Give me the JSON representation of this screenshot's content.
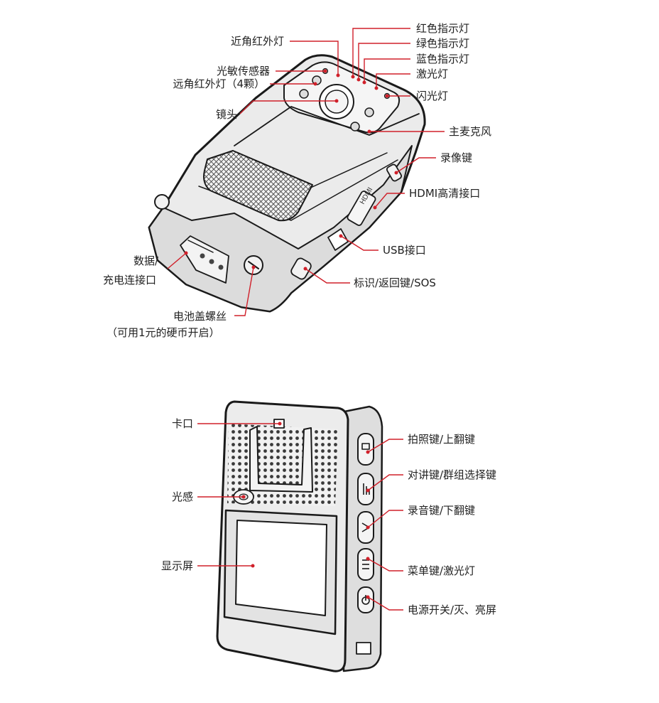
{
  "top_labels": {
    "near_ir": "近角红外灯",
    "light_sensor": "光敏传感器",
    "far_ir": "远角红外灯（4颗）",
    "lens": "镜头",
    "red_led": "红色指示灯",
    "green_led": "绿色指示灯",
    "blue_led": "蓝色指示灯",
    "laser": "激光灯",
    "flash": "闪光灯",
    "mic": "主麦克风",
    "record_key": "录像键",
    "hdmi": "HDMI高清接口",
    "usb": "USB接口",
    "mark_back_sos": "标识/返回键/SOS",
    "data_line1": "数据/",
    "data_line2": "充电连接口",
    "screw_line1": "电池盖螺丝",
    "screw_line2": "（可用1元的硬币开启）",
    "hdmi_port_text": "HDMI"
  },
  "bottom_labels": {
    "card_slot": "卡口",
    "light_sense": "光感",
    "display": "显示屏",
    "photo_up": "拍照键/上翻键",
    "talk_group": "对讲键/群组选择键",
    "audio_down": "录音键/下翻键",
    "menu_laser": "菜单键/激光灯",
    "power": "电源开关/灭、亮屏"
  },
  "colors": {
    "leader": "#d0202a",
    "outline": "#1a1a1a",
    "body": "#ececec"
  }
}
